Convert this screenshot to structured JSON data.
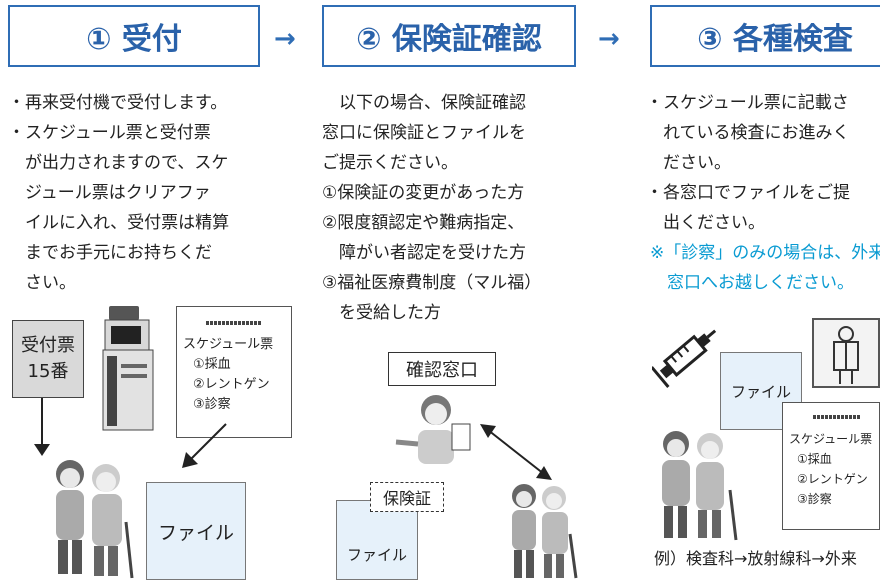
{
  "steps": [
    {
      "label": "① 受付"
    },
    {
      "label": "② 保険証確認"
    },
    {
      "label": "③ 各種検査"
    }
  ],
  "arrows": [
    "→",
    "→"
  ],
  "col1": {
    "lines": [
      "・再来受付機で受付します。",
      "・スケジュール票と受付票",
      "　が出力されますので、スケ",
      "　ジュール票はクリアファ",
      "　イルに入れ、受付票は精算",
      "　までお手元にお持ちくだ",
      "　さい。"
    ],
    "ticket": {
      "line1": "受付票",
      "line2": "15番"
    },
    "schedule": {
      "title": "スケジュール票",
      "items": [
        "①採血",
        "②レントゲン",
        "③診察"
      ]
    },
    "file_label": "ファイル"
  },
  "col2": {
    "lines": [
      "　以下の場合、保険証確認",
      "窓口に保険証とファイルを",
      "ご提示ください。",
      "①保険証の変更があった方",
      "②限度額認定や難病指定、",
      "　障がい者認定を受けた方",
      "③福祉医療費制度（マル福）",
      "　を受給した方"
    ],
    "window_label": "確認窓口",
    "insurance_label": "保険証",
    "file_label": "ファイル"
  },
  "col3": {
    "lines": [
      "・スケジュール票に記載さ",
      "　れている検査にお進みく",
      "　ださい。",
      "・各窓口でファイルをご提",
      "　出ください。"
    ],
    "note_lines": [
      "※「診察」のみの場合は、外来",
      "　窓口へお越しください。"
    ],
    "file_label": "ファイル",
    "schedule": {
      "title": "スケジュール票",
      "items": [
        "①採血",
        "②レントゲン",
        "③診察"
      ]
    },
    "example": "例）検査科→放射線科→外来"
  },
  "colors": {
    "accent": "#2f6db5",
    "note": "#0a9bd2",
    "file_fill": "#e6f1fa"
  }
}
